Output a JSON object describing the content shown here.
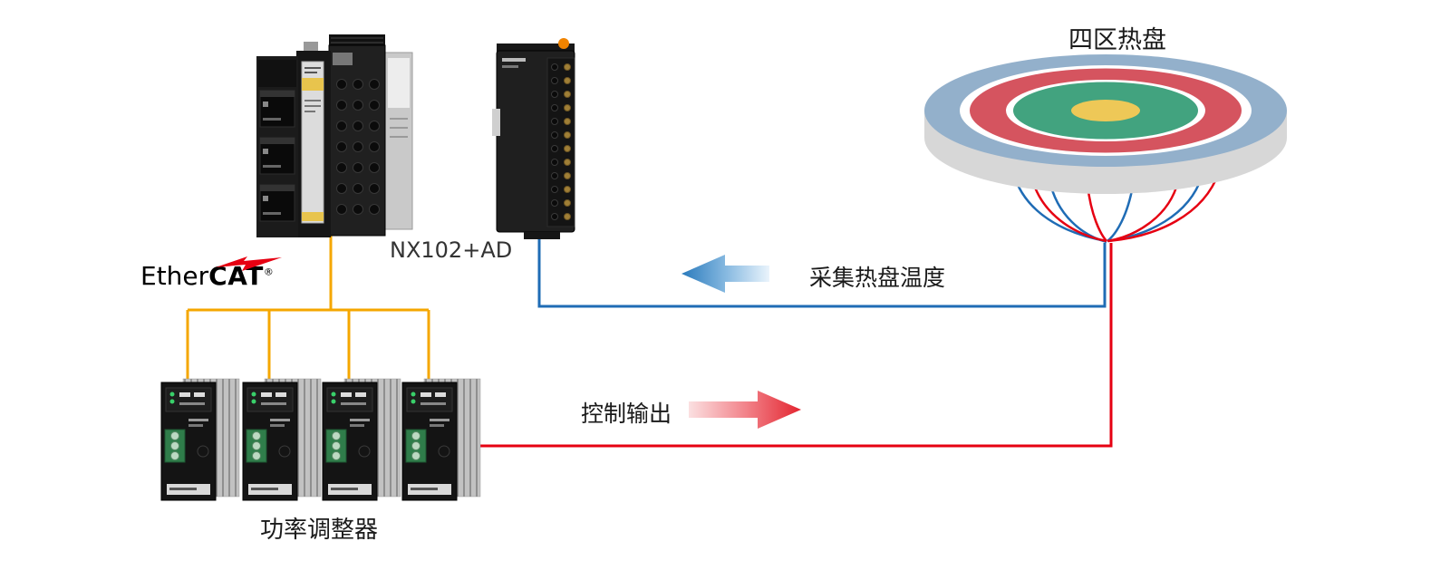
{
  "diagram": {
    "hotplate": {
      "label": "四区热盘",
      "colors": {
        "outer_ring": "#93b0cb",
        "red_ring": "#d5545f",
        "green_ring": "#42a37f",
        "center": "#eec857",
        "side": "#d7d7d7",
        "gap": "#ffffff"
      }
    },
    "controller": {
      "label": "NX102+AD"
    },
    "ethercat": {
      "text_regular": "Ether",
      "text_bold": "CAT",
      "registered": "®",
      "mark_color": "#e60012"
    },
    "regulators": {
      "label": "功率调整器",
      "count": "4"
    },
    "flows": {
      "feedback": {
        "label": "采集热盘温度",
        "line_color": "#1f6cb5",
        "direction": "left"
      },
      "output": {
        "label": "控制输出",
        "line_color": "#e60012",
        "direction": "right"
      }
    },
    "bus": {
      "name": "EtherCAT",
      "line_color": "#f5a700"
    }
  }
}
